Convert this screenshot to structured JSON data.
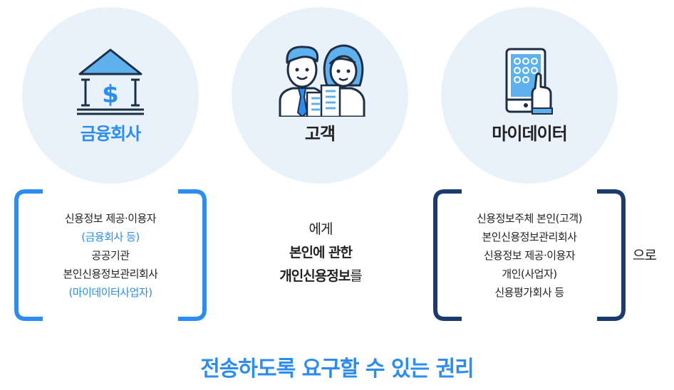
{
  "parties": [
    {
      "title": "금융회사",
      "title_color": "#2d8cf0",
      "icon": "bank-icon"
    },
    {
      "title": "고객",
      "title_color": "#222222",
      "icon": "customers-icon"
    },
    {
      "title": "마이데이터",
      "title_color": "#222222",
      "icon": "tablet-touch-icon"
    }
  ],
  "senders": [
    {
      "text": "신용정보 제공·이용자",
      "color": "#222222"
    },
    {
      "text": "(금융회사 등)",
      "color": "#2d8cf0"
    },
    {
      "text": "공공기관",
      "color": "#222222"
    },
    {
      "text": "본인신용정보관리회사",
      "color": "#222222"
    },
    {
      "text": "(마이데이터사업자)",
      "color": "#2d8cf0"
    }
  ],
  "middle": {
    "line1": "에게",
    "line2": "본인에 관한",
    "line3_bold": "개인신용정보",
    "line3_rest": "를"
  },
  "recipients": [
    "신용정보주체 본인(고객)",
    "본인신용정보관리회사",
    "신용정보 제공·이용자",
    "개인(사업자)",
    "신용평가회사 등"
  ],
  "suffix": "으로",
  "footer": "전송하도록 요구할 수 있는 권리",
  "colors": {
    "accent": "#2d8cf0",
    "navy": "#1d3c6e",
    "circle_bg": "#e9f2fb"
  }
}
